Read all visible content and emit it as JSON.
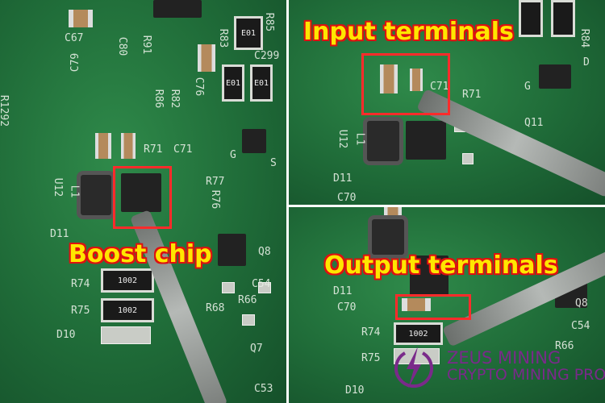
{
  "annotations": {
    "boost_chip": "Boost chip",
    "input_terminals": "Input terminals",
    "output_terminals": "Output terminals"
  },
  "annotation_color": "#ff2b2b",
  "label_color": "#ffe600",
  "watermark": {
    "line1": "ZEUS MINING",
    "line2": "CRYPTO MINING PRO",
    "color": "#7a2a8a"
  },
  "silkscreen": {
    "left": [
      "C67",
      "C79",
      "C80",
      "R91",
      "R86",
      "R82",
      "C76",
      "R83",
      "R85",
      "C299",
      "R1292",
      "U12",
      "L1",
      "C71",
      "R71",
      "R77",
      "R76",
      "Q8",
      "R74",
      "R75",
      "C54",
      "R66",
      "R68",
      "D10",
      "Q7",
      "C53",
      "G",
      "S",
      "D11"
    ],
    "top_right": [
      "R84",
      "C71",
      "R71",
      "Q11",
      "U12",
      "L1",
      "D11",
      "C70",
      "G",
      "D"
    ],
    "bottom_right": [
      "R74",
      "R75",
      "D10",
      "C54",
      "R66",
      "Q8",
      "D11",
      "C70"
    ]
  },
  "resistor_code": "1002",
  "ceramic_code": "E01"
}
